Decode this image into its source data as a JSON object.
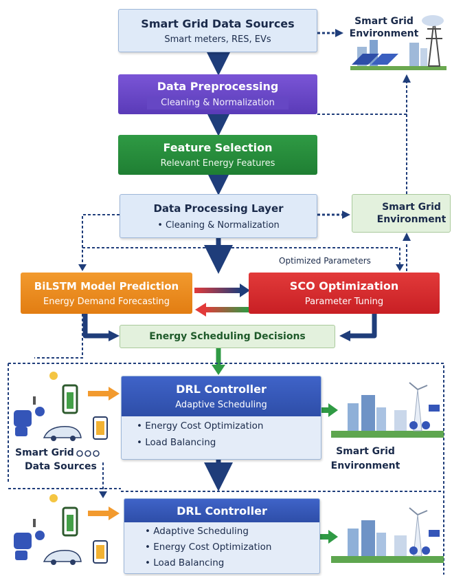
{
  "sources": {
    "title": "Smart Grid Data Sources",
    "sub": "Smart meters, RES, EVs"
  },
  "env_top": {
    "label": "Smart Grid Environment"
  },
  "preprocess": {
    "title": "Data Preprocessing",
    "sub": "Cleaning & Normalization"
  },
  "feature": {
    "title": "Feature Selection",
    "sub": "Relevant Energy Features"
  },
  "processing": {
    "title": "Data Processing Layer",
    "sub": "• Cleaning & Normalization"
  },
  "env_mid": {
    "label": "Smart Grid Environment"
  },
  "optimized_label": "Optimized Parameters",
  "bilstm": {
    "title": "BiLSTM Model Prediction",
    "sub": "Energy Demand Forecasting"
  },
  "sco": {
    "title": "SCO Optimization",
    "sub": "Parameter Tuning"
  },
  "scheduling": {
    "title": "Energy Scheduling Decisions"
  },
  "drl1": {
    "title": "DRL Controller",
    "sub": "Adaptive Scheduling",
    "bullets": [
      "• Energy Cost Optimization",
      "• Load Balancing"
    ]
  },
  "left_label": {
    "line1": "Smart Grid",
    "line2": "Data Sources"
  },
  "right_label": {
    "line1": "Smart Grid",
    "line2": "Environment"
  },
  "drl2": {
    "title": "DRL Controller",
    "bullets": [
      "• Adaptive Scheduling",
      "• Energy Cost Optimization",
      "• Load Balancing"
    ]
  },
  "colors": {
    "navy": "#1f3d7a",
    "green": "#2f9a44",
    "orange": "#f29a2e",
    "red": "#e23a3a",
    "purple": "#6a4ac9",
    "blue": "#3455b8"
  }
}
